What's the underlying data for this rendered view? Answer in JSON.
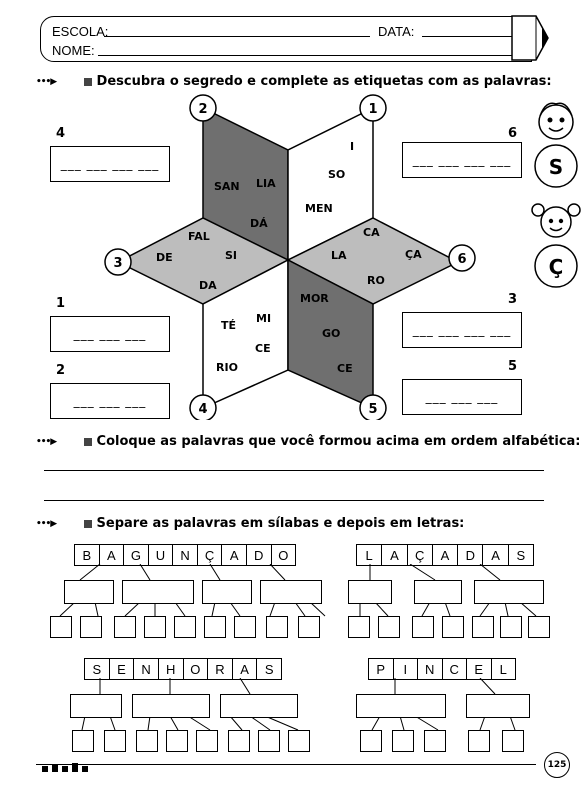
{
  "header": {
    "school_label": "ESCOLA:",
    "date_label": "DATA:",
    "name_label": "NOME:"
  },
  "instructions": {
    "one": "Descubra o segredo e complete as etiquetas com as palavras:",
    "two": "Coloque as palavras que você formou acima em ordem alfabética:",
    "three": "Separe as palavras em sílabas e depois em letras:"
  },
  "star": {
    "vertex_numbers": [
      "1",
      "2",
      "3",
      "4",
      "5",
      "6"
    ],
    "syllables": {
      "top_right": [
        "I",
        "SO",
        "MEN"
      ],
      "top_left": [
        "SAN",
        "LIA",
        "DÁ"
      ],
      "left": [
        "FAL",
        "DE",
        "SI",
        "DA"
      ],
      "right": [
        "CA",
        "LA",
        "ÇA",
        "RO"
      ],
      "bottom_right": [
        "MOR",
        "GO",
        "CE"
      ],
      "bottom_left": [
        "TÉ",
        "MI",
        "CE",
        "RIO"
      ]
    }
  },
  "labels": [
    {
      "num": "4",
      "dashes": "___ ___ ___ ___"
    },
    {
      "num": "1",
      "dashes": "___ ___ ___"
    },
    {
      "num": "2",
      "dashes": "___ ___ ___"
    },
    {
      "num": "6",
      "dashes": "___ ___ ___ ___"
    },
    {
      "num": "3",
      "dashes": "___ ___ ___ ___"
    },
    {
      "num": "5",
      "dashes": "___ ___ ___"
    }
  ],
  "side_letters": [
    "S",
    "Ç"
  ],
  "words": {
    "w1": [
      "B",
      "A",
      "G",
      "U",
      "N",
      "Ç",
      "A",
      "D",
      "O"
    ],
    "w2": [
      "L",
      "A",
      "Ç",
      "A",
      "D",
      "A",
      "S"
    ],
    "w3": [
      "S",
      "E",
      "N",
      "H",
      "O",
      "R",
      "A",
      "S"
    ],
    "w4": [
      "P",
      "I",
      "N",
      "C",
      "E",
      "L"
    ]
  },
  "page_number": "125",
  "colors": {
    "dark": "#6f6f6f",
    "light": "#bdbdbd"
  }
}
